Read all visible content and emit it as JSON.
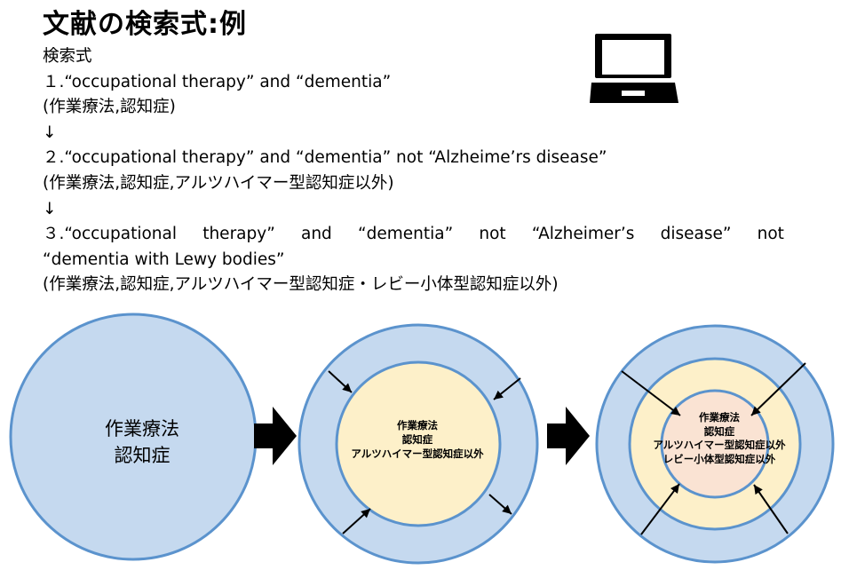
{
  "title": "文献の検索式:例",
  "search": {
    "heading": "検索式",
    "q1_line": "１.“occupational therapy” and “dementia”",
    "q1_ja": "(作業療法,認知症)",
    "arrow1": "↓",
    "q2_line": "２.“occupational therapy” and “dementia” not “Alzheime’rs disease”",
    "q2_ja": "(作業療法,認知症,アルツハイマー型認知症以外)",
    "arrow2": "↓",
    "q3_words": [
      "３.“occupational",
      "therapy”",
      "and",
      "“dementia”",
      "not",
      "“Alzheimer’s",
      "disease”",
      "not"
    ],
    "q3_line2": "“dementia with Lewy bodies”",
    "q3_ja": "(作業療法,認知症,アルツハイマー型認知症・レビー小体型認知症以外)"
  },
  "icons": {
    "computer": "laptop-icon"
  },
  "colors": {
    "outer_fill": "#c5d9ef",
    "stroke": "#5b93cd",
    "middle_fill": "#fdf0c9",
    "inner_fill": "#fae3d3",
    "arrow": "#000000"
  },
  "circles": {
    "c1": {
      "line1": "作業療法",
      "line2": "認知症"
    },
    "c2": {
      "line1": "作業療法",
      "line2": "認知症",
      "line3": "アルツハイマー型認知症以外"
    },
    "c3": {
      "line1": "作業療法",
      "line2": "認知症",
      "line3": "アルツハイマー型認知症以外",
      "line4": "レビー小体型認知症以外"
    }
  }
}
